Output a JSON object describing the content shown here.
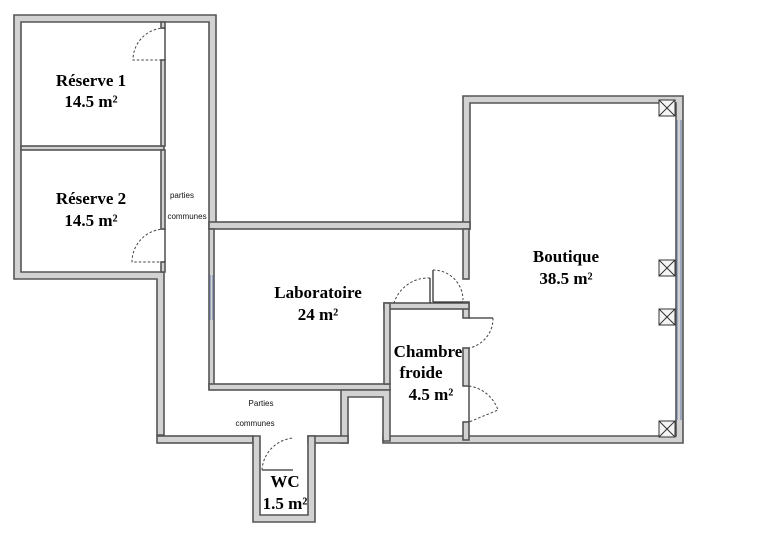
{
  "rooms": {
    "reserve1": {
      "name": "Réserve 1",
      "area": "14.5 m²"
    },
    "reserve2": {
      "name": "Réserve 2",
      "area": "14.5 m²"
    },
    "laboratoire": {
      "name": "Laboratoire",
      "area": "24 m²"
    },
    "boutique": {
      "name": "Boutique",
      "area": "38.5 m²"
    },
    "chambre_froide": {
      "line1": "Chambre",
      "line2": "froide",
      "area": "4.5 m²"
    },
    "wc": {
      "name": "WC",
      "area": "1.5 m²"
    }
  },
  "common_areas": {
    "upper": {
      "line1": "parties",
      "line2": "communes"
    },
    "lower": {
      "line1": "Parties",
      "line2": "communes"
    }
  },
  "colors": {
    "wall_fill": "#d2d2d2",
    "wall_stroke": "#555555",
    "window": "#6a7aa8",
    "text": "#000000"
  }
}
